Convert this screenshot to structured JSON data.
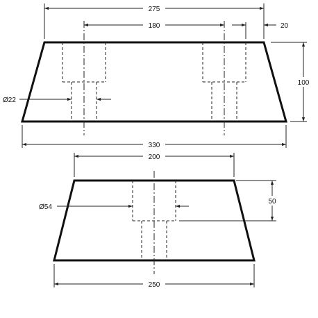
{
  "top_part": {
    "dims": {
      "top_overall": "275",
      "hole_spacing": "180",
      "chamfer_offset": "20",
      "height": "100",
      "bolt_diameter": "Ø22",
      "bottom_overall": "330"
    }
  },
  "bottom_part": {
    "dims": {
      "top_width": "200",
      "hole_diameter": "Ø54",
      "counterbore_depth": "50",
      "bottom_width": "250"
    }
  }
}
